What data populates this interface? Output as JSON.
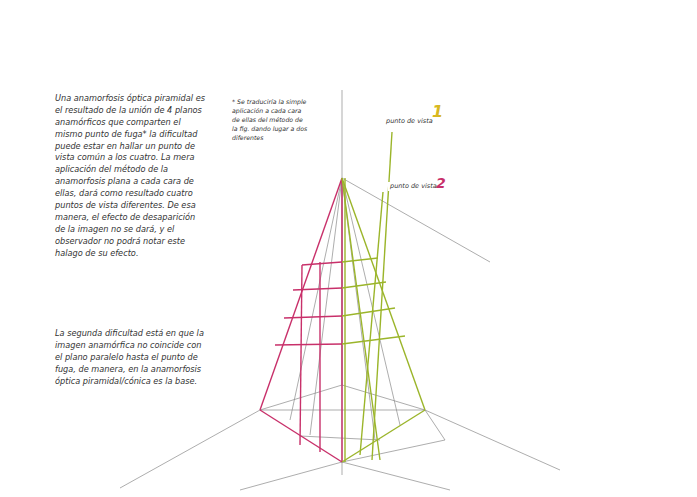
{
  "diagram": {
    "labels": [
      "Una anamorfosis óptica piramidal es el resultado de la unión de 4 planos anamórficos que comparten el mismo punto de fuga* la dificultad puede estar en hallar un punto de vista común a los cuatro. La mera aplicación del método de la anamorfosis plana a cada cara de ellas, dará como resultado cuatro puntos de vista diferentes. De esa manera, el efecto de desaparición de la imagen no se dará, y el observador no podrá notar este halago de su efecto.",
      "La segunda dificultad está en que la imagen anamórfica no coincide con el plano paralelo hasta el punto de fuga, de manera, en la anamorfosis óptica piramidal/cónica es la base.",
      "* Se traduciría la simple aplicación a cada cara de ellas del método de la fig. dando lugar a dos diferentes",
      "punto de vista",
      "1",
      "punto de vista",
      "2"
    ]
  }
}
